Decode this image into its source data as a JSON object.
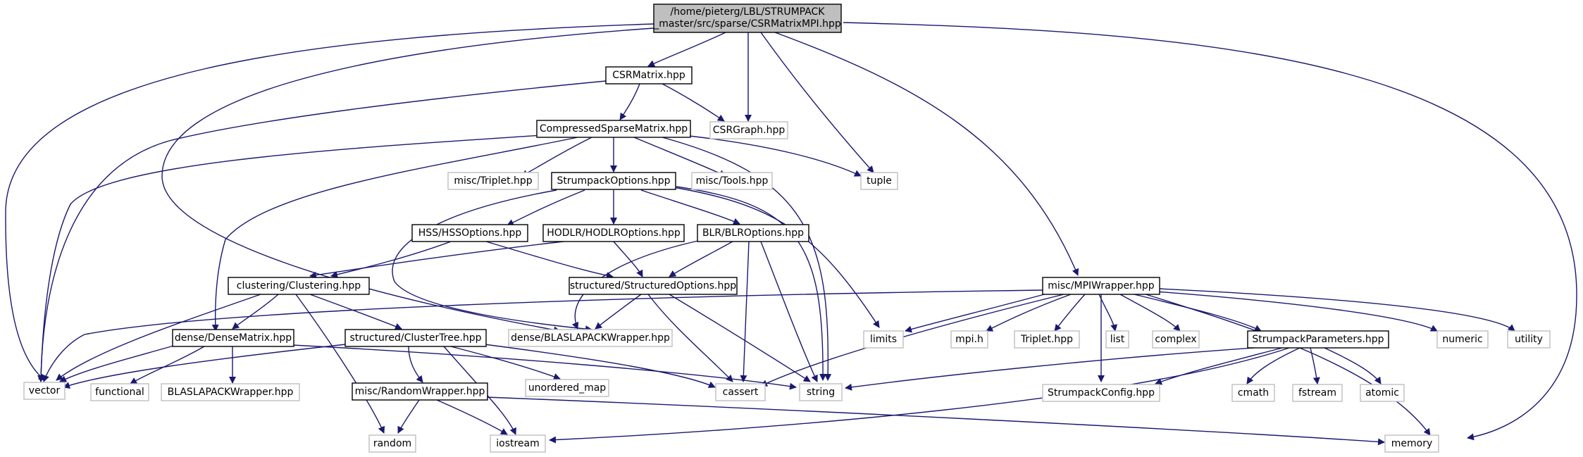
{
  "root": {
    "line1": "/home/pieterg/LBL/STRUMPACK",
    "line2": "_master/src/sparse/CSRMatrixMPI.hpp"
  },
  "nodes": {
    "csrmatrix": "CSRMatrix.hpp",
    "csrgraph": "CSRGraph.hpp",
    "compressed": "CompressedSparseMatrix.hpp",
    "triplet_misc": "misc/Triplet.hpp",
    "strumpackoptions": "StrumpackOptions.hpp",
    "tools": "misc/Tools.hpp",
    "tuple": "tuple",
    "hss": "HSS/HSSOptions.hpp",
    "hodlr": "HODLR/HODLROptions.hpp",
    "blr": "BLR/BLROptions.hpp",
    "clustering": "clustering/Clustering.hpp",
    "structopts": "structured/StructuredOptions.hpp",
    "densematrix": "dense/DenseMatrix.hpp",
    "clustertree": "structured/ClusterTree.hpp",
    "dense_blaslapack": "dense/BLASLAPACKWrapper.hpp",
    "vector": "vector",
    "functional": "functional",
    "blaslapack": "BLASLAPACKWrapper.hpp",
    "randomwrapper": "misc/RandomWrapper.hpp",
    "unordered_map": "unordered_map",
    "cassert": "cassert",
    "string": "string",
    "random": "random",
    "iostream": "iostream",
    "mpiwrapper": "misc/MPIWrapper.hpp",
    "limits": "limits",
    "mpih": "mpi.h",
    "triplet": "Triplet.hpp",
    "list": "list",
    "complex": "complex",
    "params": "StrumpackParameters.hpp",
    "numeric": "numeric",
    "utility": "utility",
    "config": "StrumpackConfig.hpp",
    "cmath": "cmath",
    "fstream": "fstream",
    "atomic": "atomic",
    "memory": "memory"
  },
  "colors": {
    "edge": "#191970",
    "root_fill": "#bfbfbf",
    "documented_border": "#000000",
    "external_border": "#bfbfbf"
  }
}
